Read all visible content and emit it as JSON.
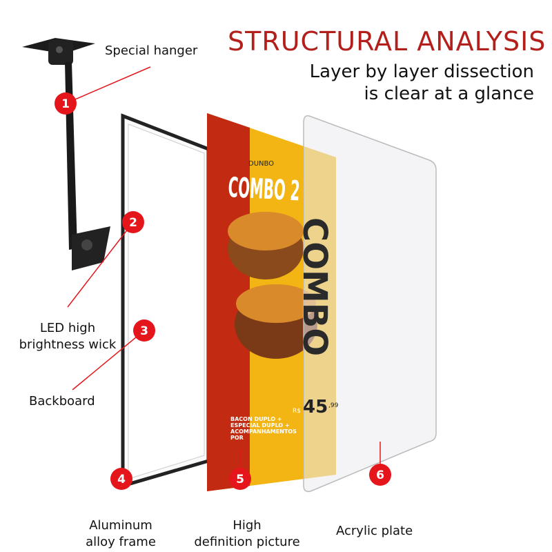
{
  "header": {
    "title": "STRUCTURAL ANALYSIS",
    "subtitle_line1": "Layer by layer dissection",
    "subtitle_line2": "is clear at a glance"
  },
  "colors": {
    "accent": "#b3201b",
    "marker": "#e4161b",
    "poster_red": "#c22a12",
    "poster_yellow": "#f2b514"
  },
  "parts": [
    {
      "number": "1",
      "label": "Special hanger"
    },
    {
      "number": "2",
      "label": "LED high brightness wick"
    },
    {
      "number": "3",
      "label": "Backboard"
    },
    {
      "number": "4",
      "label": "Aluminum alloy frame"
    },
    {
      "number": "5",
      "label": "High definition picture"
    },
    {
      "number": "6",
      "label": "Acrylic plate"
    }
  ],
  "labels": {
    "p1": "Special hanger",
    "p2a": "LED high",
    "p2b": "brightness wick",
    "p3": "Backboard",
    "p4a": "Aluminum",
    "p4b": "alloy frame",
    "p5a": "High",
    "p5b": "definition picture",
    "p6": "Acrylic plate"
  },
  "poster": {
    "brand": "DUNBO",
    "headline": "COMBO 2",
    "vertical": "COMBO",
    "desc1": "BACON DUPLO +",
    "desc2": "ESPECIAL DUPLO +",
    "desc3": "ACOMPANHAMENTOS",
    "desc4": "POR",
    "currency": "R$",
    "price": "45",
    "cents": ",99"
  }
}
